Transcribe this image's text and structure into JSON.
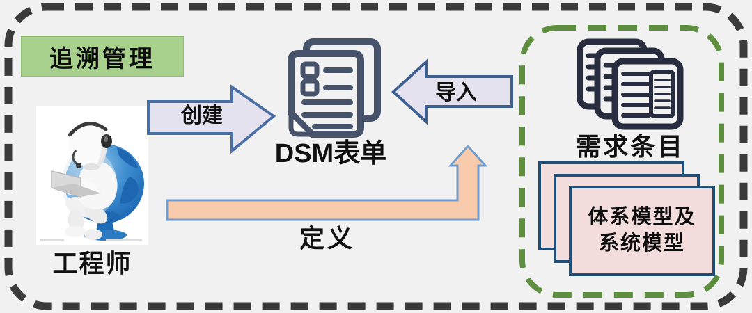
{
  "colors": {
    "page-bg": "#F1F1F2",
    "outer-border": "#3B3B3B",
    "title-bg": "#A8D08D",
    "title-border": "#8FBE72",
    "arrow-fill": "#E5E2EF",
    "create-border": "#4A6FA5",
    "import-border": "#3D5E90",
    "define-fill": "#F8CBAD",
    "define-border": "#6F9CCB",
    "dsm-icon": "#46536B",
    "req-icon": "#272D3F",
    "group-border": "#5E8F3E",
    "model-fill": "#F2DDDC",
    "model-border": "#1F4E79",
    "globe-blue": "#2B7BC5"
  },
  "title": {
    "label": "追溯管理"
  },
  "actors": {
    "engineer": {
      "label": "工程师",
      "illustration": "engineer-on-globe-chair-with-laptop"
    }
  },
  "nodes": {
    "dsm": {
      "label": "DSM表单",
      "icon": "checklist-documents-icon"
    },
    "requirements": {
      "label": "需求条目",
      "icon": "document-stack-icon"
    },
    "models": {
      "line1": "体系模型及",
      "line2": "系统模型"
    }
  },
  "arrows": {
    "create": {
      "label": "创建",
      "direction": "right"
    },
    "import": {
      "label": "导入",
      "direction": "left"
    },
    "define": {
      "label": "定义",
      "direction": "up-elbow"
    }
  }
}
